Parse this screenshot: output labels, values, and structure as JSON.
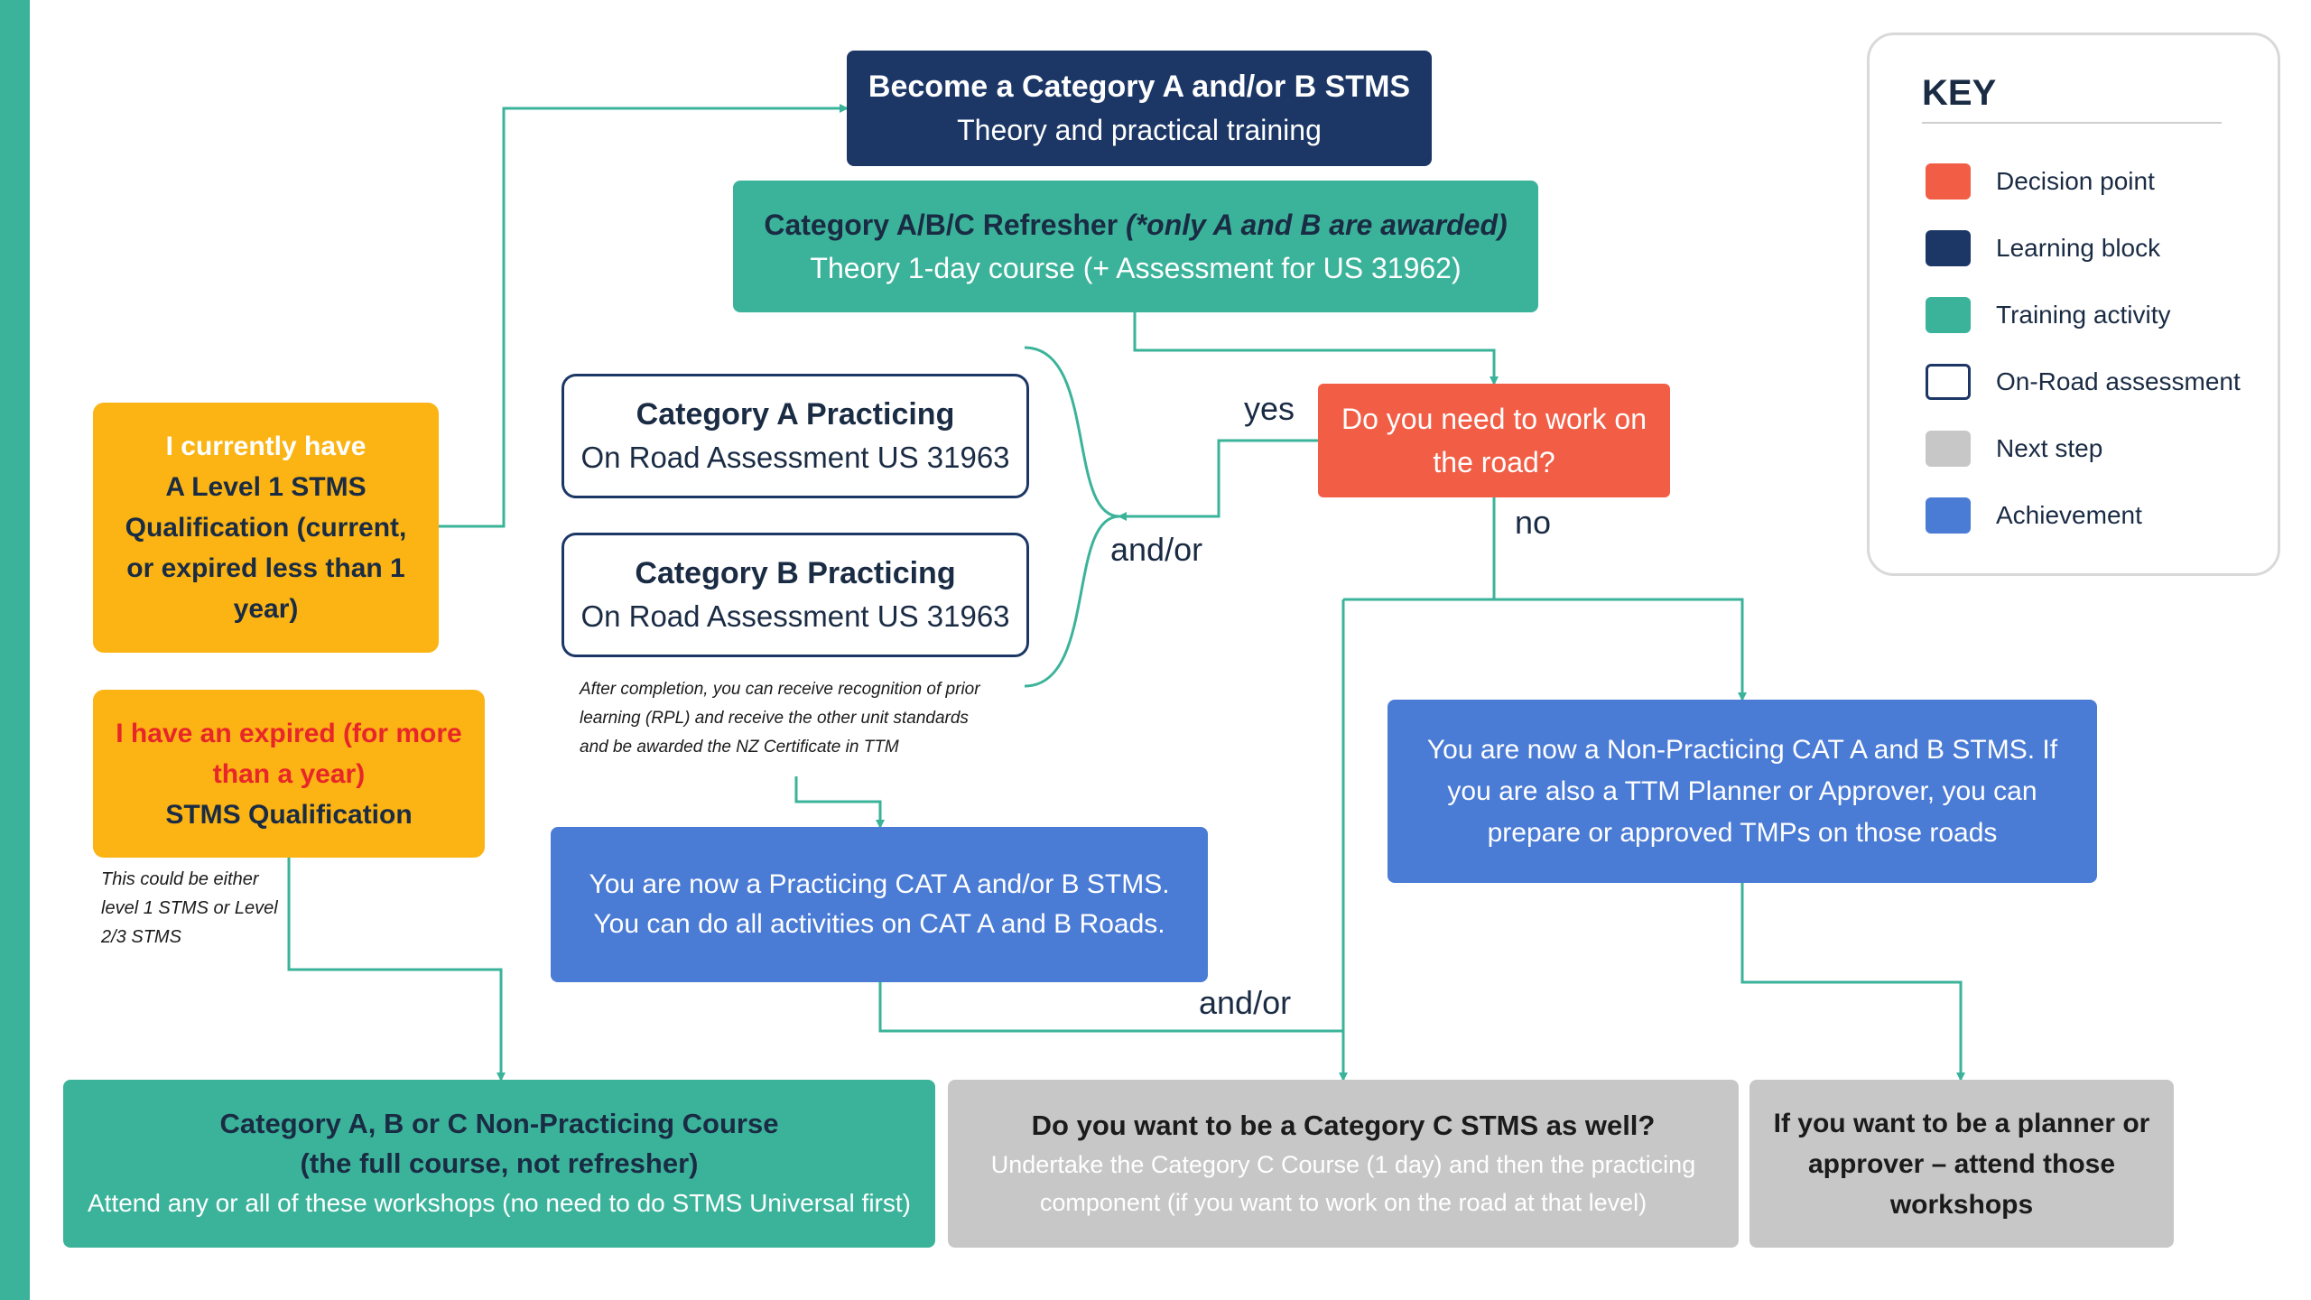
{
  "boxes": {
    "become": {
      "line1": "Become a Category A and/or B STMS",
      "line2": "Theory and practical training"
    },
    "refresher": {
      "line1a": "Category A/B/C Refresher ",
      "line1b": "(*only A and B are awarded)",
      "line2": "Theory 1-day course (+ Assessment for US 31962)"
    },
    "current": {
      "lines": [
        "I currently have",
        "A Level 1 STMS",
        "Qualification (current,",
        "or expired less than 1",
        "year)"
      ]
    },
    "expired": {
      "line1": "I have an expired (for more",
      "line2": "than a year)",
      "line3": "STMS Qualification"
    },
    "cat_a": {
      "line1": "Category A Practicing",
      "line2": "On Road Assessment US 31963"
    },
    "cat_b": {
      "line1": "Category B Practicing",
      "line2": "On Road Assessment US 31963"
    },
    "decision": {
      "line1": "Do you need to work on",
      "line2": "the road?"
    },
    "practicing": {
      "line1": "You are now a Practicing CAT A and/or B STMS.",
      "line2": "You can do all activities on CAT A and B Roads."
    },
    "non_practicing_ach": {
      "line1": "You are now a Non-Practicing CAT A and B STMS. If",
      "line2": "you are also a TTM Planner or Approver, you can",
      "line3": "prepare or approved TMPs on those roads"
    },
    "course": {
      "line1": "Category A, B or C Non-Practicing Course",
      "line2": "(the full course, not refresher)",
      "line3": "Attend any or all of these workshops (no need to do STMS Universal first)"
    },
    "cat_c": {
      "line1": "Do you want to be a Category C STMS as well?",
      "line2": "Undertake the Category C Course (1 day) and then the practicing",
      "line3": "component (if you want to work on the road at that level)"
    },
    "planner": {
      "line1": "If you want to be a planner or",
      "line2": "approver – attend those",
      "line3": "workshops"
    }
  },
  "notes": {
    "rpl": [
      "After completion, you can receive recognition of prior",
      "learning (RPL) and receive the other unit standards",
      "and be awarded the NZ Certificate in TTM"
    ],
    "either": [
      "This could be either",
      "level 1 STMS or Level",
      "2/3 STMS"
    ]
  },
  "labels": {
    "yes": "yes",
    "no": "no",
    "andor1": "and/or",
    "andor2": "and/or"
  },
  "key": {
    "title": "KEY",
    "items": [
      {
        "label": "Decision point",
        "color": "#f25d45"
      },
      {
        "label": "Learning block",
        "color": "#1c3766"
      },
      {
        "label": "Training activity",
        "color": "#3bb39a"
      },
      {
        "label": "On-Road assessment",
        "color": "#ffffff"
      },
      {
        "label": "Next step",
        "color": "#c7c7c7"
      },
      {
        "label": "Achievement",
        "color": "#4a7bd5"
      }
    ]
  },
  "colors": {
    "connector": "#3bb39a",
    "expired_highlight": "#e8262a",
    "start_text": "#ffffff",
    "learning": "#1c3766"
  }
}
